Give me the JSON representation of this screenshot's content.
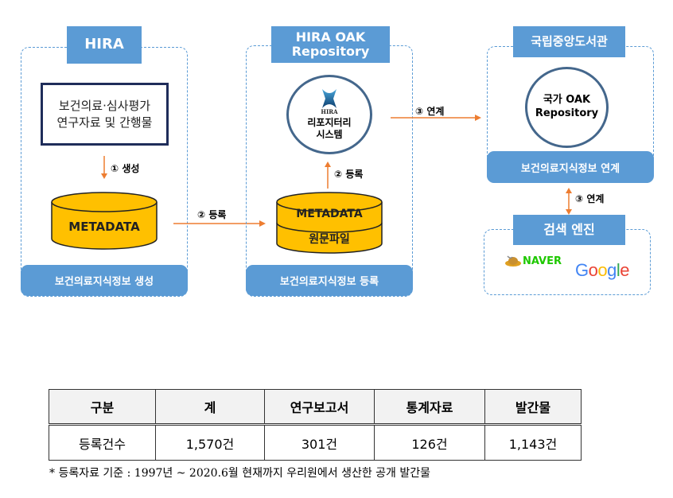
{
  "diagram": {
    "hira_panel": {
      "title": "HIRA",
      "source_box_lines": [
        "보건의료·심사평가",
        "연구자료 및 간행물"
      ],
      "step_label": "① 생성",
      "db_label": "METADATA",
      "footer": "보건의료지식정보 생성"
    },
    "oak_panel": {
      "title_lines": [
        "HIRA OAK",
        "Repository"
      ],
      "logo_text": "HIRA",
      "circle_lines": [
        "리포지터리",
        "시스템"
      ],
      "step_label": "② 등록",
      "db_top_label": "METADATA",
      "db_bottom_label": "원문파일",
      "footer": "보건의료지식정보 등록"
    },
    "nl_panel": {
      "title": "국립중앙도서관",
      "circle_lines": [
        "국가 OAK",
        "Repository"
      ],
      "footer": "보건의료지식정보 연계"
    },
    "search_panel": {
      "title": "검색 엔진",
      "logos": [
        "NAVER",
        "Google"
      ]
    },
    "arrows": {
      "register": "② 등록",
      "link_right": "③ 연계",
      "link_down": "③ 연계"
    },
    "colors": {
      "accent_blue": "#5b9bd5",
      "db_yellow": "#ffc000",
      "arrow_orange": "#ed7d31",
      "circle_border": "#44678c",
      "naver_green": "#1ec800"
    }
  },
  "table": {
    "headers": [
      "구분",
      "계",
      "연구보고서",
      "통계자료",
      "발간물"
    ],
    "rows": [
      [
        "등록건수",
        "1,570건",
        "301건",
        "126건",
        "1,143건"
      ]
    ]
  },
  "note": "* 등록자료 기준 : 1997년 ~ 2020.6월 현재까지 우리원에서 생산한 공개 발간물"
}
